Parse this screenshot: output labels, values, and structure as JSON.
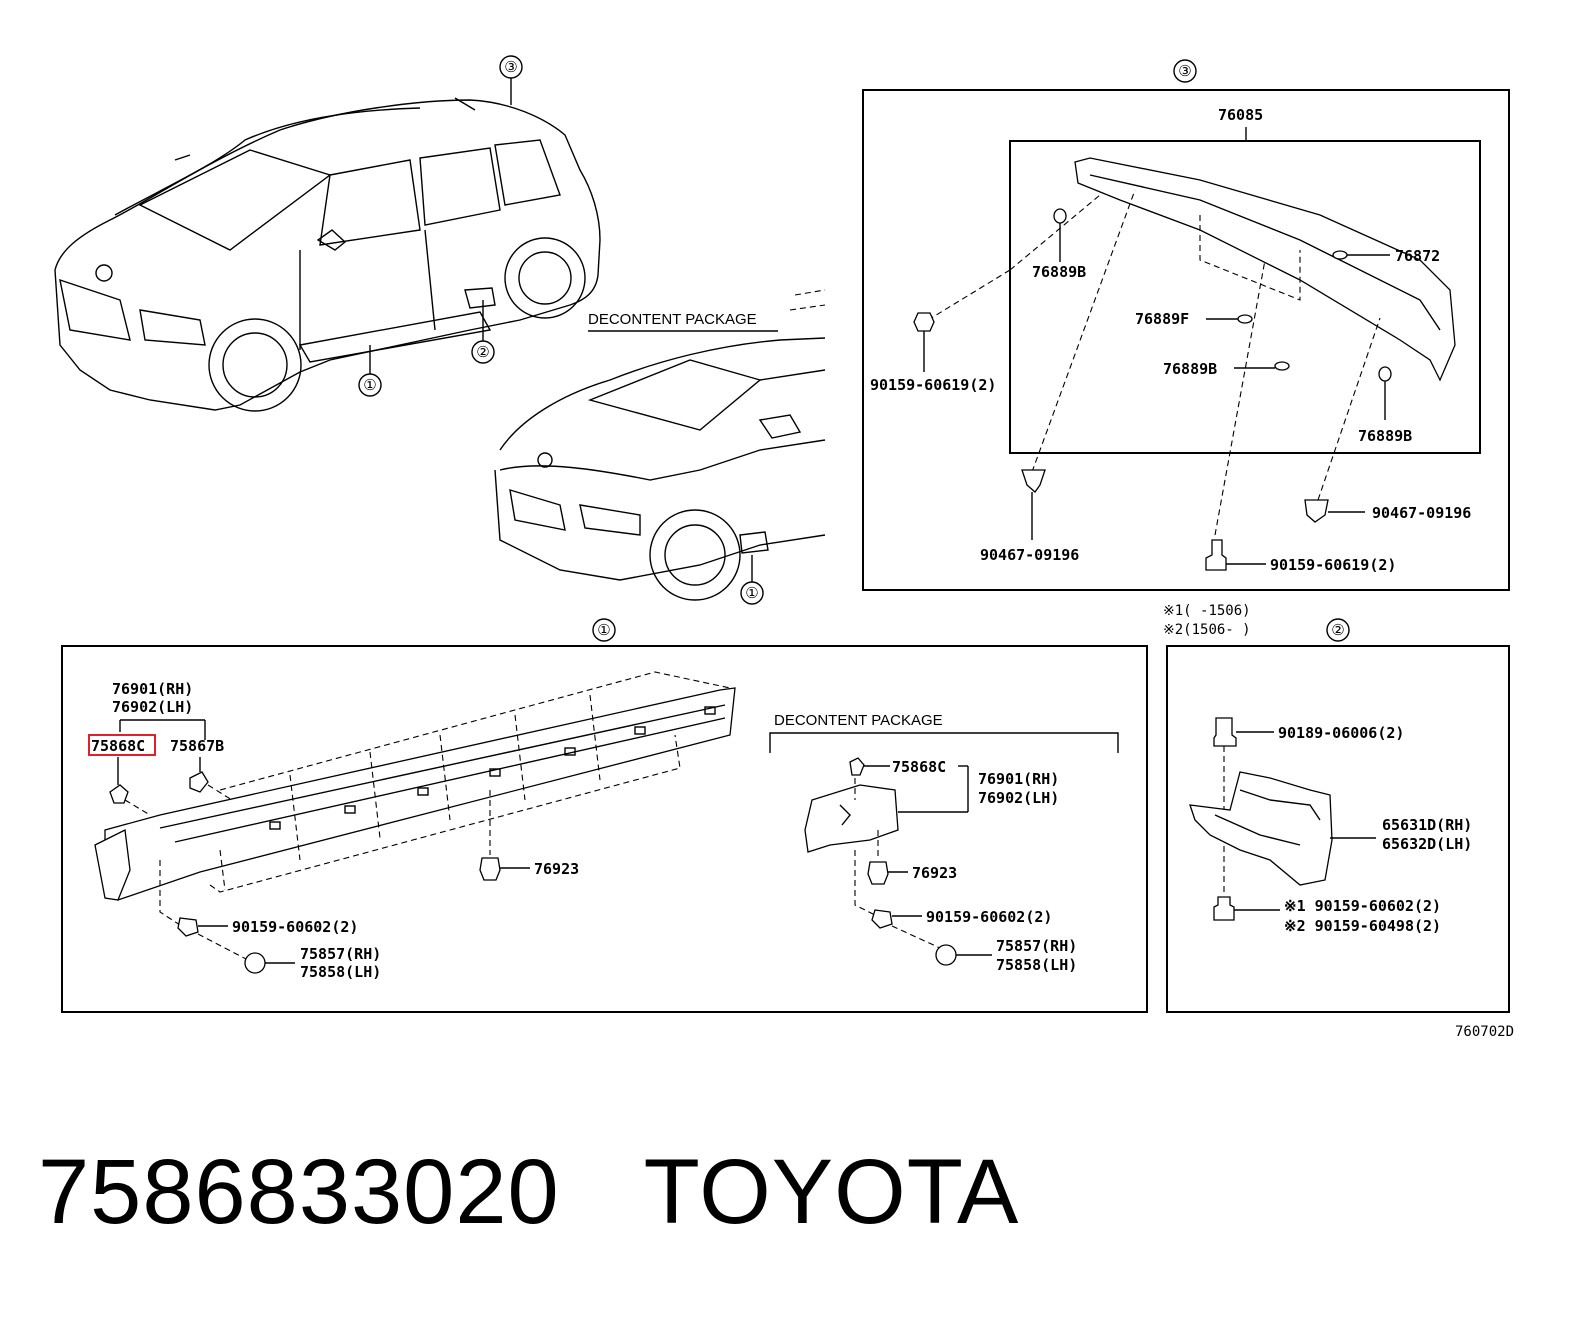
{
  "callouts": {
    "one": "①",
    "two": "②",
    "three": "③"
  },
  "decontent_label": "DECONTENT PACKAGE",
  "section3": {
    "spoiler": "76085",
    "plug_76872": "76872",
    "plug_76889b_left": "76889B",
    "plug_76889f": "76889F",
    "plug_76889b_mid": "76889B",
    "plug_76889b_right": "76889B",
    "bolt_left": "90159-60619(2)",
    "clip_left": "90467-09196",
    "clip_right": "90467-09196",
    "bolt_bottom": "90159-60619(2)"
  },
  "section1": {
    "rocker_rh": "76901(RH)",
    "rocker_lh": "76902(LH)",
    "screw_selected": "75868C",
    "clip_75867b": "75867B",
    "grommet": "76923",
    "screw_90159": "90159-60602(2)",
    "cap_rh": "75857(RH)",
    "cap_lh": "75858(LH)",
    "decontent": {
      "screw": "75868C",
      "rocker_rh": "76901(RH)",
      "rocker_lh": "76902(LH)",
      "grommet": "76923",
      "screw_90159": "90159-60602(2)",
      "cap_rh": "75857(RH)",
      "cap_lh": "75858(LH)"
    }
  },
  "section2": {
    "note1": "※1(      -1506)",
    "note2": "※2(1506-      )",
    "nut": "90189-06006(2)",
    "guard_rh": "65631D(RH)",
    "guard_lh": "65632D(LH)",
    "bolt1": "※1 90159-60602(2)",
    "bolt2": "※2 90159-60498(2)"
  },
  "figure_code": "760702D",
  "footer": {
    "part_number": "7586833020",
    "brand": "TOYOTA"
  },
  "colors": {
    "highlight": "#e0202a",
    "ink": "#000000"
  }
}
